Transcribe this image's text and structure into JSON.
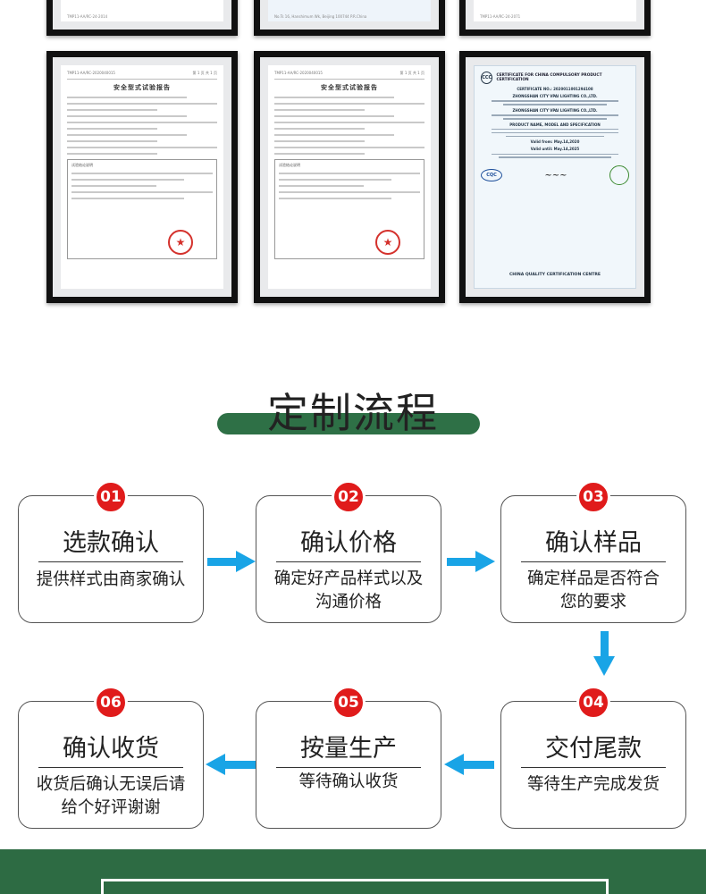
{
  "colors": {
    "accent_green": "#2e7046",
    "badge_red": "#e01b1b",
    "arrow_blue": "#19a4e6",
    "frame_black": "#111111"
  },
  "top_frames_partial": [
    {
      "footer": "TMP11-AA/RC-24-2014"
    },
    {
      "footer": "No.Ts 16, Hanshimum Wk, Beijing  100744 P.R.China"
    },
    {
      "footer": "TMP11-AA/RC-24-2071"
    }
  ],
  "certificates": [
    {
      "header_left": "TMP11-AA/RC-2020040015",
      "header_right": "第 1 页 共 1 页",
      "title": "安全型式试验报告",
      "box_title": "试验结论说明"
    },
    {
      "header_left": "TMP11-AA/RC-2020040015",
      "header_right": "第 1 页 共 1 页",
      "title": "安全型式试验报告",
      "box_title": "试验结论说明"
    },
    {
      "title": "CERTIFICATE FOR CHINA COMPULSORY PRODUCT CERTIFICATION",
      "number": "CERTIFICATE NO.: 2020011001294108",
      "applicant": "ZHONGSHAN CITY VPAI LIGHTING CO.,LTD.",
      "manufacturer": "ZHONGSHAN CITY VPAI LIGHTING CO.,LTD.",
      "product": "PRODUCT NAME, MODEL AND SPECIFICATION",
      "valid_from": "Valid from: May.14,2020",
      "valid_until": "Valid until: May.14,2025",
      "mark": "CQC",
      "centre": "CHINA QUALITY CERTIFICATION CENTRE"
    }
  ],
  "section": {
    "title": "定制流程"
  },
  "steps": [
    {
      "num": "01",
      "name": "选款确认",
      "desc": [
        "提供样式由商家确认"
      ]
    },
    {
      "num": "02",
      "name": "确认价格",
      "desc": [
        "确定好产品样式以及",
        "沟通价格"
      ]
    },
    {
      "num": "03",
      "name": "确认样品",
      "desc": [
        "确定样品是否符合",
        "您的要求"
      ]
    },
    {
      "num": "04",
      "name": "交付尾款",
      "desc": [
        "等待生产完成发货"
      ]
    },
    {
      "num": "05",
      "name": "按量生产",
      "desc": [
        "等待确认收货"
      ]
    },
    {
      "num": "06",
      "name": "确认收货",
      "desc": [
        "收货后确认无误后请",
        "给个好评谢谢"
      ]
    }
  ]
}
